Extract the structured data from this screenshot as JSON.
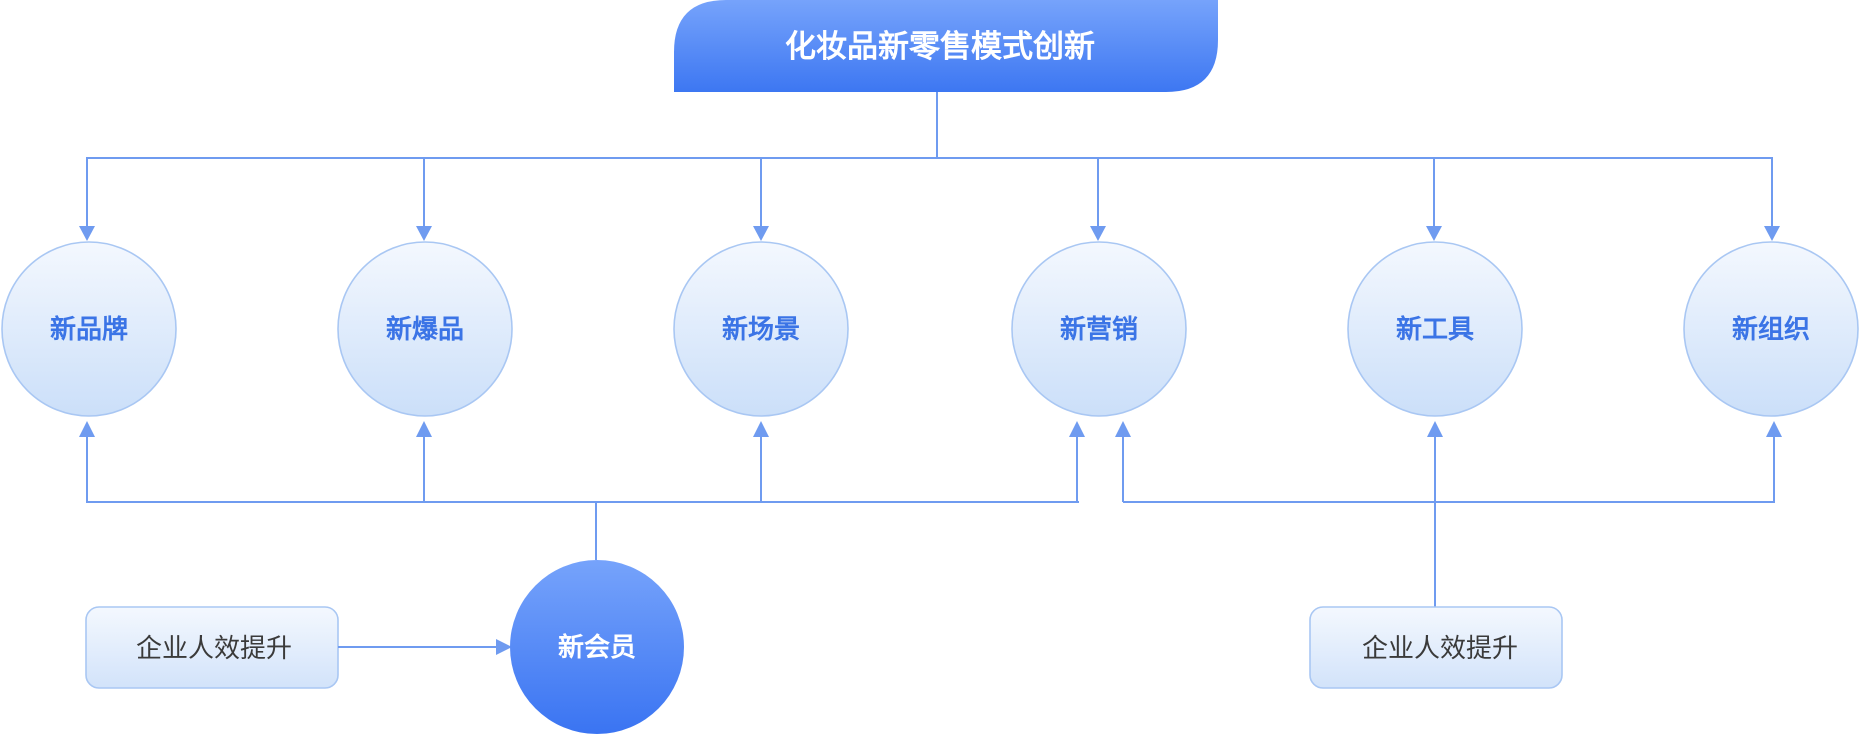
{
  "diagram": {
    "title": "化妆品新零售模式创新",
    "nodes": [
      {
        "id": "brand",
        "label": "新品牌"
      },
      {
        "id": "hit",
        "label": "新爆品"
      },
      {
        "id": "scene",
        "label": "新场景"
      },
      {
        "id": "marketing",
        "label": "新营销"
      },
      {
        "id": "tools",
        "label": "新工具"
      },
      {
        "id": "org",
        "label": "新组织"
      }
    ],
    "member": {
      "label": "新会员"
    },
    "efficiency_boxes": [
      {
        "label": "企业人效提升"
      },
      {
        "label": "企业人效提升"
      }
    ],
    "colors": {
      "line": "#6f9bf0",
      "title_gradient_top": "#76a3fb",
      "title_gradient_bottom": "#3d77f2",
      "node_text": "#3b74e6",
      "circle_top": "#f2f7fe",
      "circle_bottom": "#cfe1fa",
      "box_text": "#3a3a3a"
    }
  }
}
